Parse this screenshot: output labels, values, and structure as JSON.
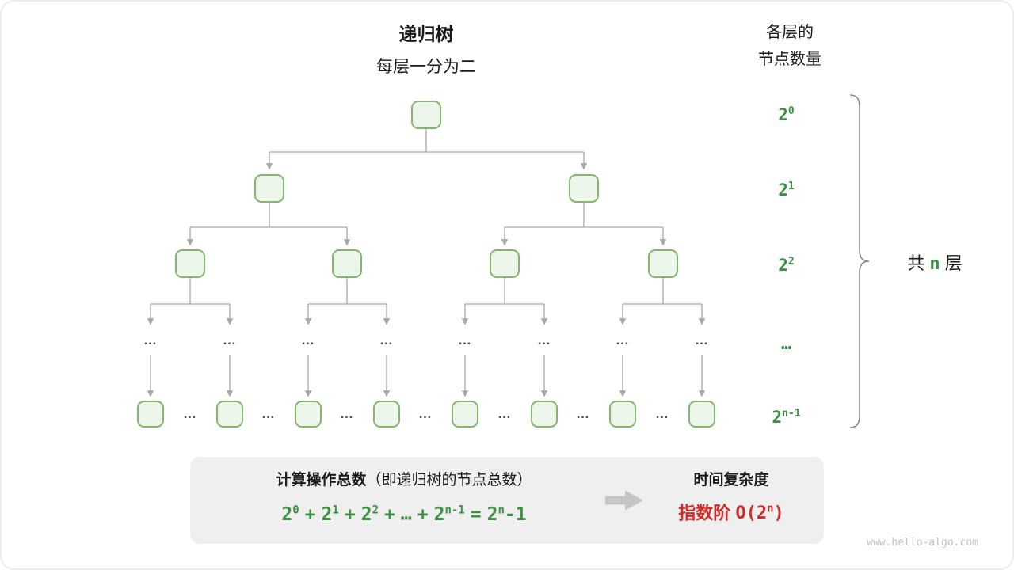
{
  "header": {
    "title": "递归树",
    "subtitle": "每层一分为二"
  },
  "legend": {
    "line1": "各层的",
    "line2": "节点数量"
  },
  "ellipsis": "…",
  "levels": [
    {
      "base": "2",
      "exp": "0"
    },
    {
      "base": "2",
      "exp": "1"
    },
    {
      "base": "2",
      "exp": "2"
    },
    {
      "base": "…",
      "exp": ""
    },
    {
      "base": "2",
      "exp": "n-1"
    }
  ],
  "brace_label": {
    "prefix": "共",
    "n": "n",
    "suffix": "层"
  },
  "summary": {
    "title_bold": "计算操作总数",
    "title_paren": "（即递归树的节点总数）",
    "formula": {
      "t0": {
        "base": "2",
        "exp": "0"
      },
      "t1": {
        "base": "2",
        "exp": "1"
      },
      "t2": {
        "base": "2",
        "exp": "2"
      },
      "t3": {
        "base": "2",
        "exp": "n-1"
      },
      "dots": "…",
      "plus": "+",
      "equals": "=",
      "result": {
        "base": "2",
        "exp": "n",
        "suffix": "-1"
      }
    },
    "right_title": "时间复杂度",
    "right_formula": {
      "label": "指数阶",
      "open": "O(2",
      "exp": "n",
      "close": ")"
    }
  },
  "watermark": "www.hello-algo.com",
  "colors": {
    "node_fill": "#edf6ea",
    "node_border": "#84b66f",
    "green_text": "#3d8f44",
    "red_text": "#d42a2a",
    "line_gray": "#a8a8a8",
    "box_bg": "#efefef"
  }
}
